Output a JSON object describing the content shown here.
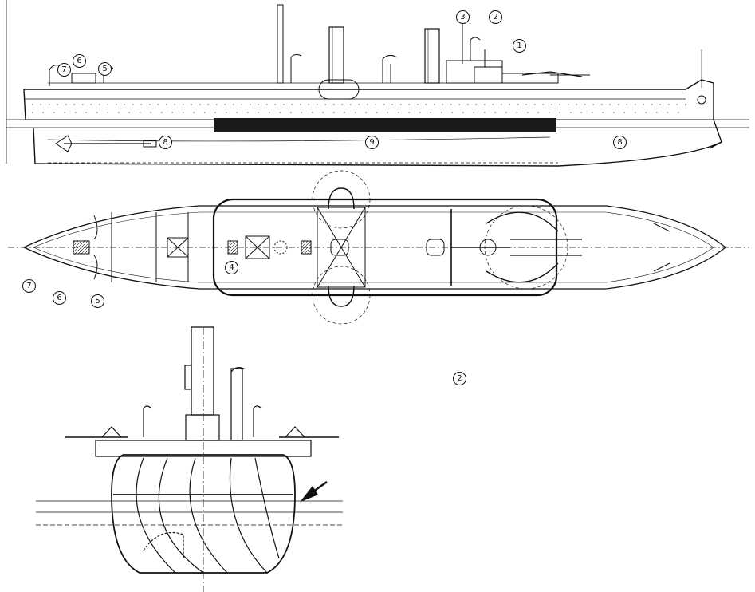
{
  "callouts": {
    "n1": "1",
    "n2": "2",
    "n3": "3",
    "n4": "4",
    "n5": "5",
    "n6": "6",
    "n7": "7",
    "n8": "8",
    "n9": "9"
  },
  "colors": {
    "ink": "#111111",
    "paper": "#ffffff",
    "armor_belt": "#1a1a1a"
  }
}
